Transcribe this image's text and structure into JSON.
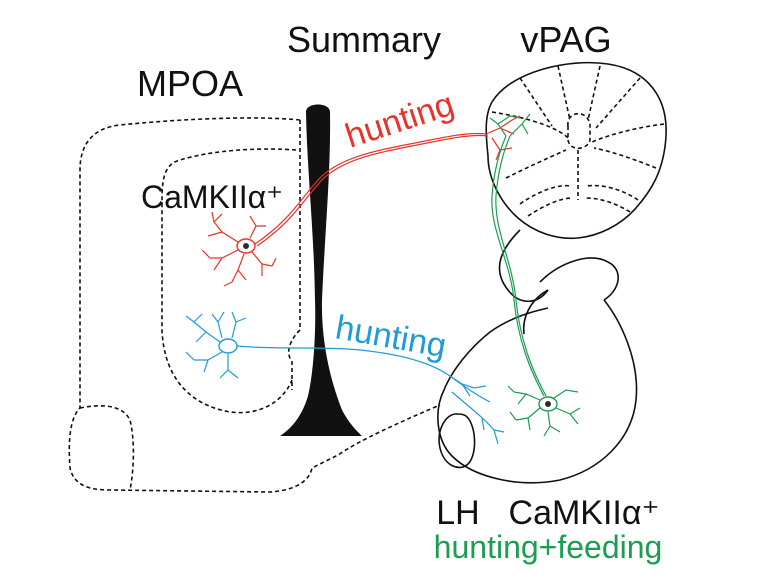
{
  "labels": {
    "summary": "Summary",
    "vpag": "vPAG",
    "mpoa": "MPOA",
    "camk_mpoa": "CaMKIIα⁺",
    "hunting_red": "hunting",
    "hunting_blue": "hunting",
    "lh": "LH",
    "camk_lh": "CaMKIIα⁺",
    "hunting_feeding": "hunting+feeding"
  },
  "colors": {
    "red": "#e8322a",
    "blue": "#1f9bd7",
    "green": "#1e9c52",
    "ink": "#111111"
  }
}
